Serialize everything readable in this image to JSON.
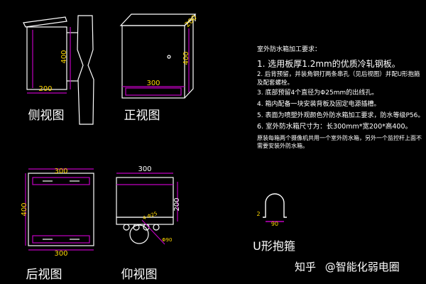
{
  "views": {
    "side": {
      "title": "侧视图",
      "dim_width": "200",
      "dim_height": "400"
    },
    "front": {
      "title": "正视图",
      "dim_width": "300",
      "dim_height": "400",
      "dim_depth": "200"
    },
    "back": {
      "title": "后视图",
      "dim_width_top": "300",
      "dim_width_bottom": "300",
      "dim_height": "400"
    },
    "bottom": {
      "title": "仰视图",
      "dim_width": "300",
      "dim_depth": "200",
      "hole_dim_a": "4-Φ25",
      "hole_dim_b": "Φ90"
    }
  },
  "u_bracket": {
    "title": "U形抱箍",
    "dim_width": "90",
    "dim_leg": "2"
  },
  "notes": {
    "heading": "室外防水箱加工要求：",
    "items": [
      "1. 选用板厚1.2mm的优质冷轧钢板。",
      "2. 后背预留，并装角钢打两条串孔（见后视图）并配U形抱箍及配套螺栓。",
      "3. 底部预留4个直径为Φ25mm的出线孔。",
      "4. 箱内配备一块安装背板及固定电源插槽。",
      "5. 表面为喷塑外观颜色外防水箱加工要求，防水等级P56。",
      "6. 室外防水箱尺寸为：长300mm*宽200*高400。",
      "原装每箱两个摄像机共用一个室外防水箱，另外一个监控杆上面不需要安装外防水箱。"
    ]
  },
  "watermark": {
    "brand": "知乎",
    "author": "@智能化弱电圈"
  }
}
